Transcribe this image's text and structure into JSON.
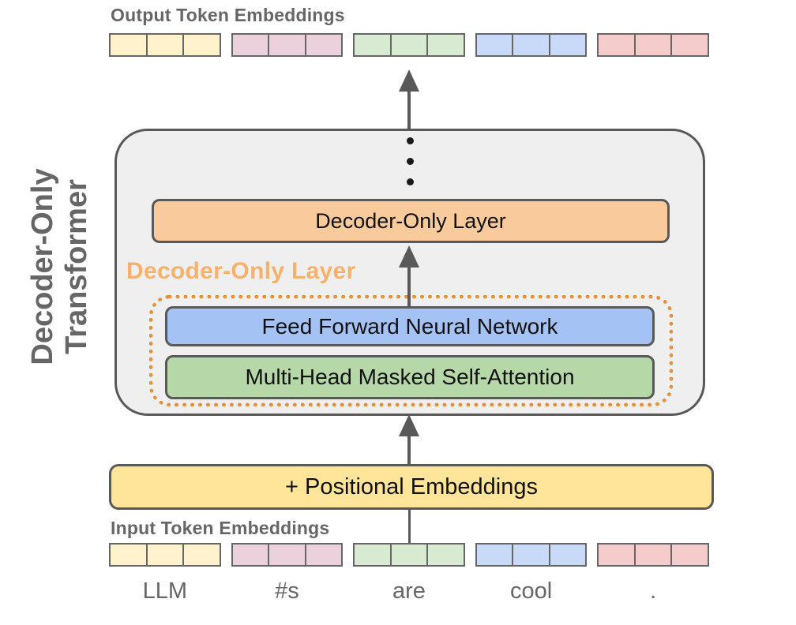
{
  "diagram": {
    "output_label": "Output Token Embeddings",
    "input_label": "Input Token Embeddings",
    "side_label": {
      "line1": "Decoder-Only",
      "line2": "Transformer"
    },
    "decoder_layer_box_label": "Decoder-Only Layer",
    "decoder_layer_callout_label": "Decoder-Only Layer",
    "ffnn_label": "Feed Forward Neural Network",
    "attention_label": "Multi-Head Masked Self-Attention",
    "positional_label": "+ Positional Embeddings",
    "tokens": [
      "LLM",
      "#s",
      "are",
      "cool",
      "."
    ],
    "cells_per_token": 3,
    "token_colors": [
      "#FFF2CC",
      "#EAD1DC",
      "#D9EAD3",
      "#C9DAF8",
      "#F4CCCC"
    ],
    "colors": {
      "transformer_fill": "#EFEFEF",
      "box_border": "#595959",
      "cell_border": "#666666",
      "decoder_layer_fill": "#F9CB9C",
      "ffnn_fill": "#A4C2F4",
      "attention_fill": "#B6D7A8",
      "positional_fill": "#FFE599",
      "dotted_outline": "#E69138",
      "callout_text": "#F6B26B",
      "gray_text": "#666666",
      "arrow": "#595959"
    }
  }
}
